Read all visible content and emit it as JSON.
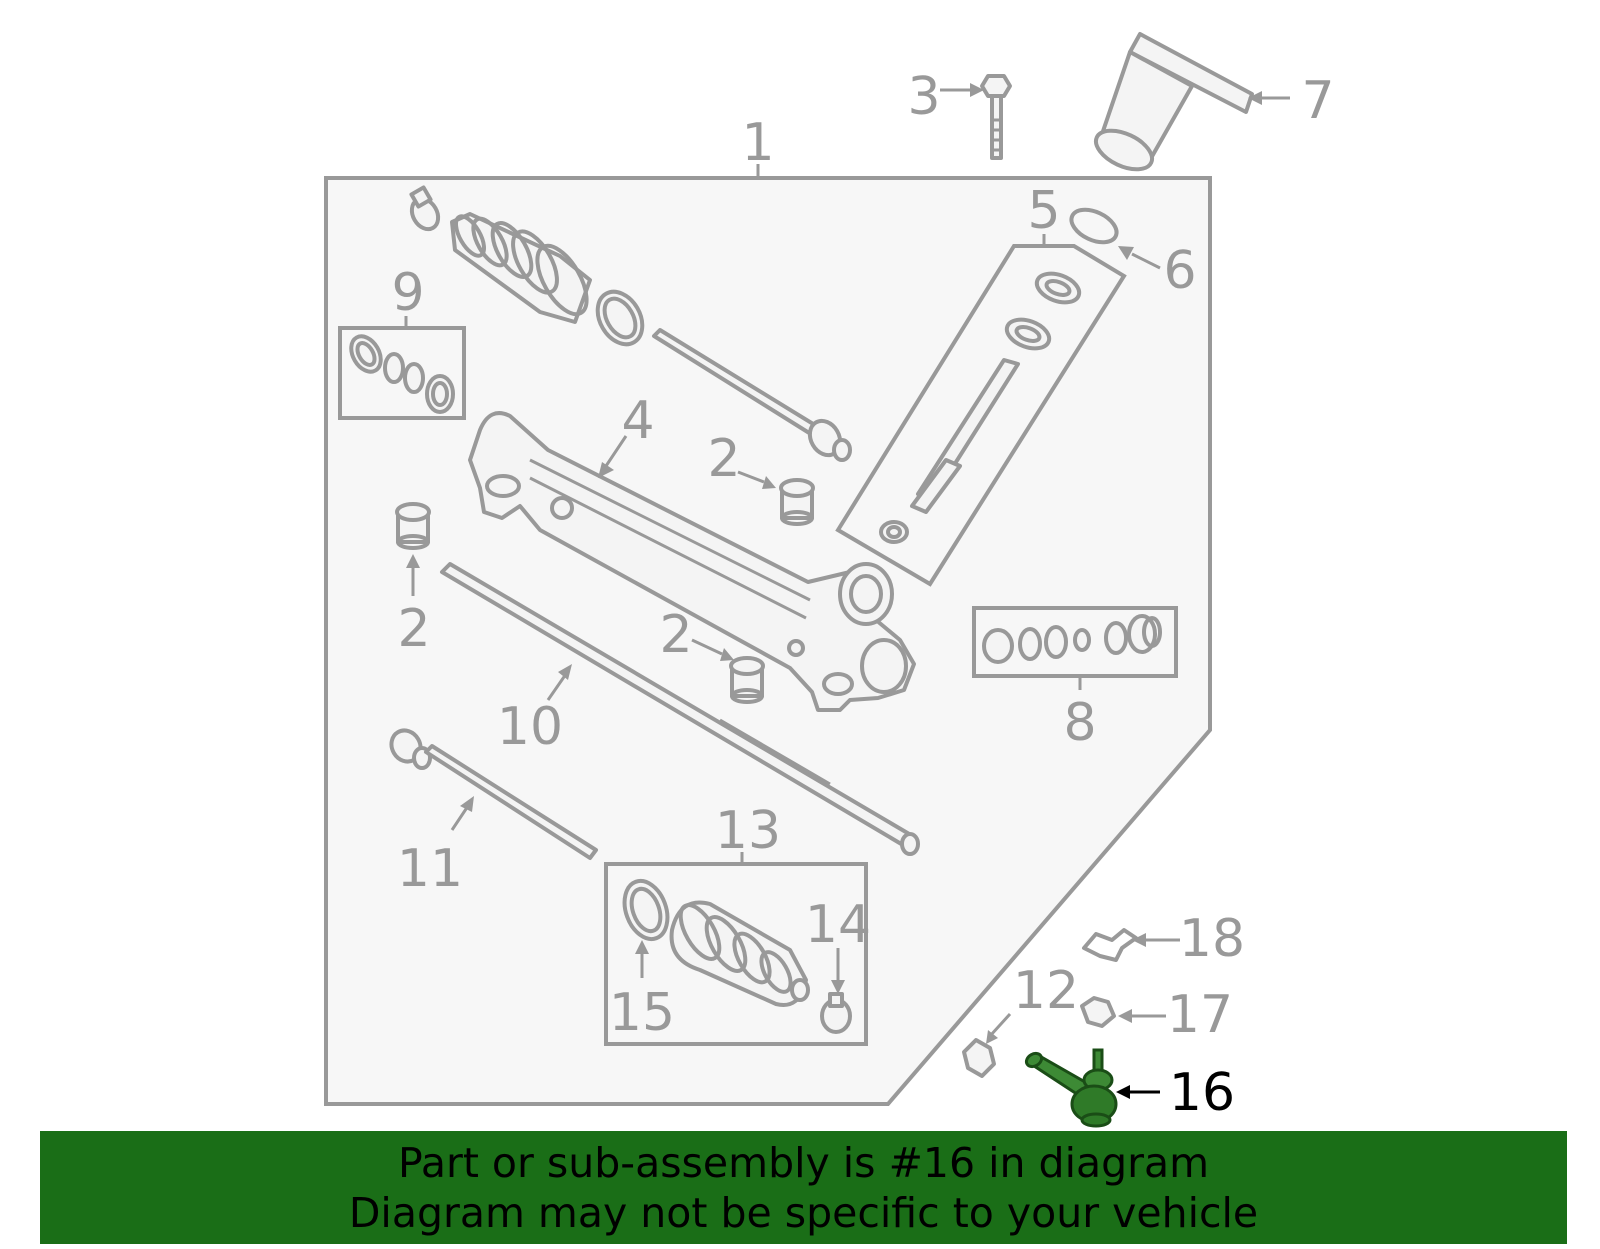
{
  "diagram": {
    "callouts": {
      "c1": "1",
      "c2a": "2",
      "c2b": "2",
      "c2c": "2",
      "c3": "3",
      "c4": "4",
      "c5": "5",
      "c6": "6",
      "c7": "7",
      "c8": "8",
      "c9": "9",
      "c10": "10",
      "c11": "11",
      "c12": "12",
      "c13": "13",
      "c14": "14",
      "c15": "15",
      "c16": "16",
      "c17": "17",
      "c18": "18"
    },
    "highlighted_part": "16",
    "highlight_color": "#1a6e17",
    "line_color": "#999999",
    "panel_fill": "#f7f7f7"
  },
  "banner": {
    "line1": "Part or sub-assembly is #16 in diagram",
    "line2": "Diagram may not be specific to your vehicle",
    "background": "#1a6e17"
  }
}
